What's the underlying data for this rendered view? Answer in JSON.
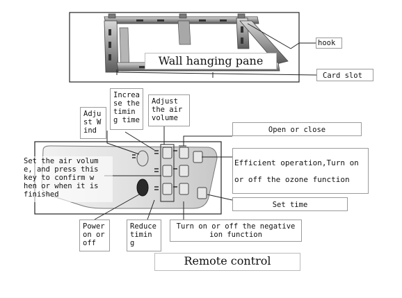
{
  "wall_panel": {
    "panel_label": "Wall hanging pane",
    "hook_label": "hook",
    "card_slot_label": "Card slot"
  },
  "remote": {
    "caption": "Remote control",
    "labels": {
      "increase_timing": "Increa\nse the\ntimin\ng time",
      "adjust_air_volume": "Adjust\nthe air\nvolume",
      "adjust_wind": "Adju\nst W\nind",
      "open_close": "Open or close",
      "set_air_volume": "Set the air volum\ne, and press this\nkey to confirm w\nhen or when it is\nfinished",
      "efficient_operation": "Efficient operation,Turn on\n\nor off the ozone function",
      "set_time": "Set time",
      "power": "Power\non or\noff",
      "reduce_timing": "Reduce\ntimin\ng",
      "negative_ion": "Turn on or off the negative\nion function"
    }
  },
  "colors": {
    "line": "#1a1a1a",
    "metal_dark": "#4f4f4f",
    "metal_light": "#c9c9c9",
    "remote_body": "#e6e6e6"
  }
}
